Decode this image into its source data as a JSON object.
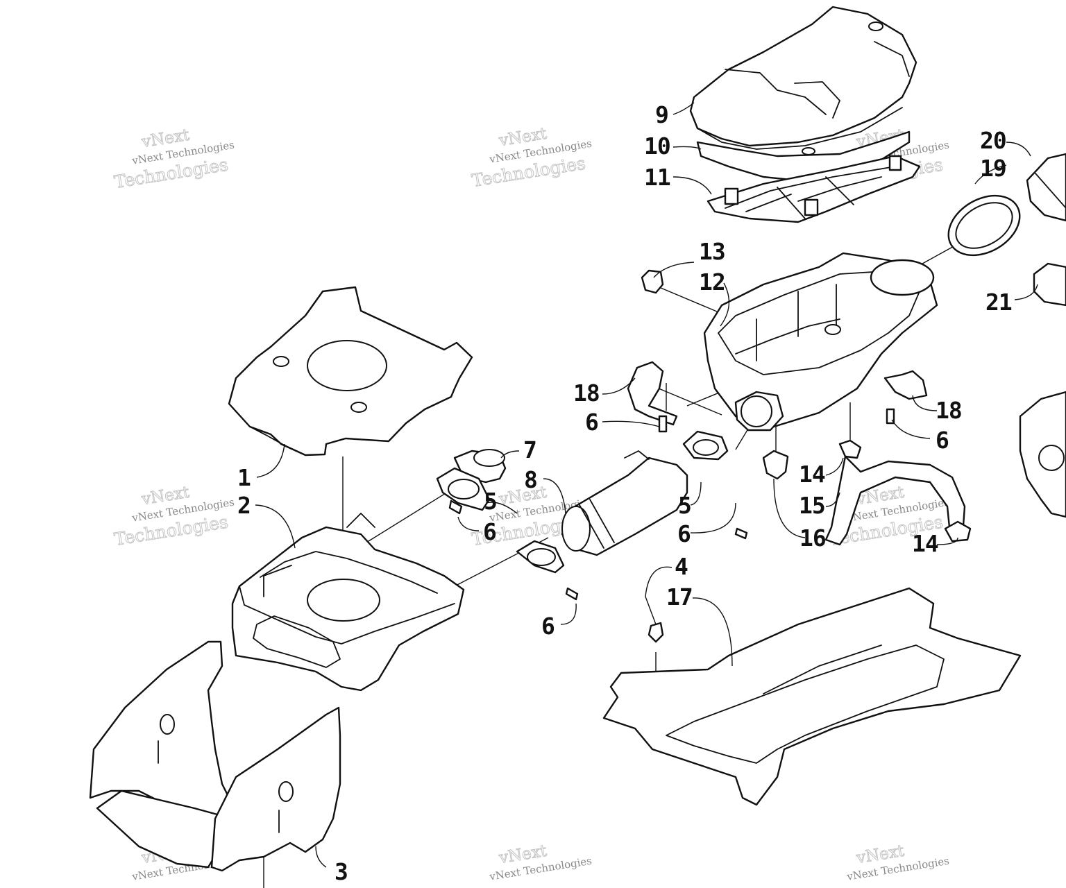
{
  "callouts": [
    {
      "id": "c1",
      "label": "1"
    },
    {
      "id": "c2",
      "label": "2"
    },
    {
      "id": "c3",
      "label": "3"
    },
    {
      "id": "c4",
      "label": "4"
    },
    {
      "id": "c5a",
      "label": "5"
    },
    {
      "id": "c5b",
      "label": "5"
    },
    {
      "id": "c6a",
      "label": "6"
    },
    {
      "id": "c6b",
      "label": "6"
    },
    {
      "id": "c6c",
      "label": "6"
    },
    {
      "id": "c6d",
      "label": "6"
    },
    {
      "id": "c6e",
      "label": "6"
    },
    {
      "id": "c7",
      "label": "7"
    },
    {
      "id": "c8",
      "label": "8"
    },
    {
      "id": "c9",
      "label": "9"
    },
    {
      "id": "c10",
      "label": "10"
    },
    {
      "id": "c11",
      "label": "11"
    },
    {
      "id": "c12",
      "label": "12"
    },
    {
      "id": "c13",
      "label": "13"
    },
    {
      "id": "c14a",
      "label": "14"
    },
    {
      "id": "c14b",
      "label": "14"
    },
    {
      "id": "c15",
      "label": "15"
    },
    {
      "id": "c16",
      "label": "16"
    },
    {
      "id": "c17",
      "label": "17"
    },
    {
      "id": "c18a",
      "label": "18"
    },
    {
      "id": "c18b",
      "label": "18"
    },
    {
      "id": "c19",
      "label": "19"
    },
    {
      "id": "c20",
      "label": "20"
    },
    {
      "id": "c21",
      "label": "21"
    }
  ],
  "watermark": {
    "vnext": "vNext",
    "company": "vNext Technologies",
    "technologies": "Technologies"
  }
}
